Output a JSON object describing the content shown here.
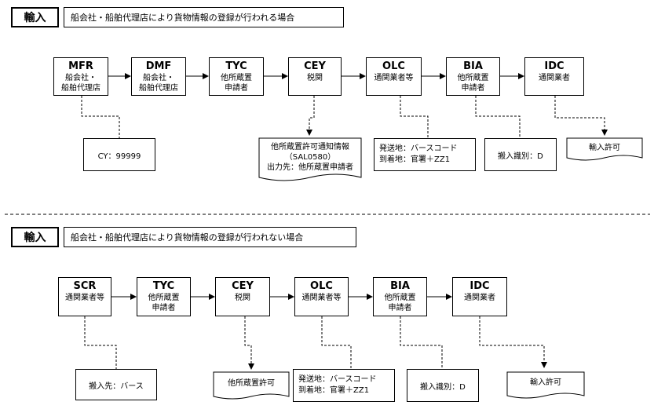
{
  "section1": {
    "tag": "輸入",
    "title": "船会社・船舶代理店により貨物情報の登録が行われる場合",
    "boxes": [
      {
        "code": "MFR",
        "role1": "船会社・",
        "role2": "船舶代理店"
      },
      {
        "code": "DMF",
        "role1": "船会社・",
        "role2": "船舶代理店"
      },
      {
        "code": "TYC",
        "role1": "他所蔵置",
        "role2": "申請者"
      },
      {
        "code": "CEY",
        "role1": "税関",
        "role2": ""
      },
      {
        "code": "OLC",
        "role1": "通関業者等",
        "role2": ""
      },
      {
        "code": "BIA",
        "role1": "他所蔵置",
        "role2": "申請者"
      },
      {
        "code": "IDC",
        "role1": "通関業者",
        "role2": ""
      }
    ],
    "notes": {
      "cy": "CY：99999",
      "output_doc": {
        "line1": "他所蔵置許可通知情報",
        "line2": "（SAL0580）",
        "line3": "出力先：他所蔵置申請者"
      },
      "olc_note": {
        "line1": "発送地：バースコード",
        "line2": "到着地：官署＋ZZ1"
      },
      "bia_note": "搬入識別：D",
      "idc_doc": "輸入許可"
    }
  },
  "section2": {
    "tag": "輸入",
    "title": "船会社・船舶代理店により貨物情報の登録が行われない場合",
    "boxes": [
      {
        "code": "SCR",
        "role1": "通関業者等",
        "role2": ""
      },
      {
        "code": "TYC",
        "role1": "他所蔵置",
        "role2": "申請者"
      },
      {
        "code": "CEY",
        "role1": "税関",
        "role2": ""
      },
      {
        "code": "OLC",
        "role1": "通関業者等",
        "role2": ""
      },
      {
        "code": "BIA",
        "role1": "他所蔵置",
        "role2": "申請者"
      },
      {
        "code": "IDC",
        "role1": "通関業者",
        "role2": ""
      }
    ],
    "notes": {
      "scr_note": "搬入先：バース",
      "cey_doc": "他所蔵置許可",
      "olc_note": {
        "line1": "発送地：バースコード",
        "line2": "到着地：官署＋ZZ1"
      },
      "bia_note": "搬入識別：D",
      "idc_doc": "輸入許可"
    }
  }
}
